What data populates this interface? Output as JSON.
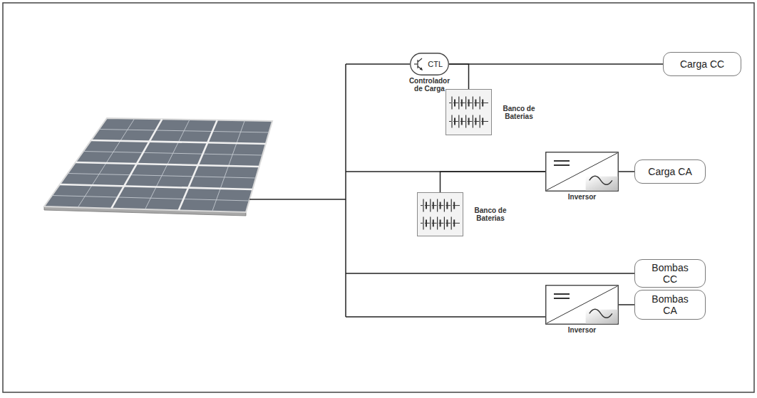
{
  "diagram": {
    "nodes": [
      {
        "text": [
          "CTL",
          "Controlador de Carga"
        ]
      },
      {
        "text": [
          "Carga CC"
        ]
      },
      {
        "text": [
          "Banco de Baterias"
        ]
      },
      {
        "text": [
          "Inversor"
        ]
      },
      {
        "text": [
          "Carga CA"
        ]
      },
      {
        "text": [
          "Banco de Baterias"
        ]
      },
      {
        "text": [
          "Bombas CC"
        ]
      },
      {
        "text": [
          "Inversor"
        ]
      },
      {
        "text": [
          "Bombas CA"
        ]
      }
    ],
    "edges": [
      {
        "from": 0,
        "to": 1,
        "arrow": "none"
      },
      {
        "from": 0,
        "to": 2,
        "arrow": "none"
      },
      {
        "from": 5,
        "to": 3,
        "arrow": "none"
      },
      {
        "from": 3,
        "to": 4,
        "arrow": "none"
      },
      {
        "from": 7,
        "to": 8,
        "arrow": "none"
      }
    ]
  }
}
